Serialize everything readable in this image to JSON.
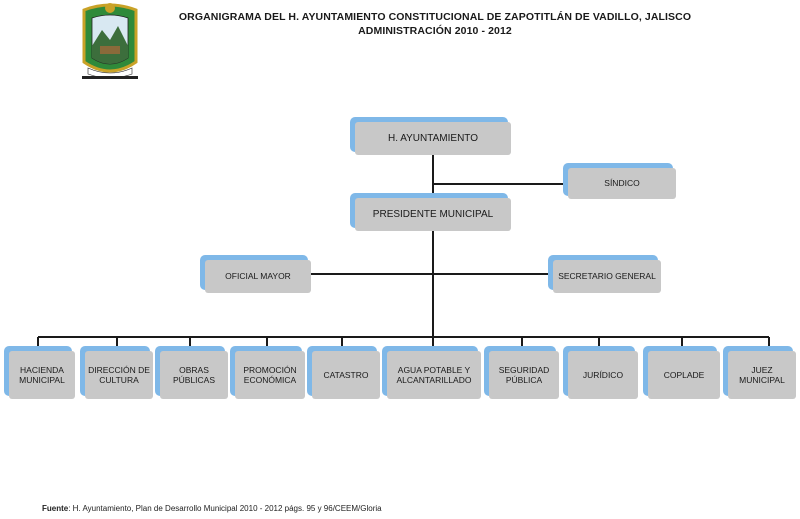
{
  "header": {
    "title_line1": "ORGANIGRAMA DEL H. AYUNTAMIENTO CONSTITUCIONAL DE ZAPOTITLÁN DE VADILLO, JALISCO",
    "title_line2": "ADMINISTRACIÓN 2010 - 2012"
  },
  "colors": {
    "frame": "#7fb8e8",
    "fill": "#c8c8c8",
    "line": "#1a1a1a"
  },
  "logo": {
    "icon": "municipal-coat-of-arms-icon"
  },
  "nodes": {
    "ayuntamiento": "H. AYUNTAMIENTO",
    "sindico": "SÍNDICO",
    "presidente": "PRESIDENTE MUNICIPAL",
    "oficial_mayor": "OFICIAL MAYOR",
    "secretario": "SECRETARIO GENERAL"
  },
  "departments": [
    "HACIENDA MUNICIPAL",
    "DIRECCIÓN DE CULTURA",
    "OBRAS PÚBLICAS",
    "PROMOCIÓN ECONÓMICA",
    "CATASTRO",
    "AGUA POTABLE Y ALCANTARILLADO",
    "SEGURIDAD PÚBLICA",
    "JURÍDICO",
    "COPLADE",
    "JUEZ MUNICIPAL"
  ],
  "footer": {
    "label": "Fuente",
    "text": ": H. Ayuntamiento, Plan de Desarrollo Municipal 2010 - 2012 págs. 95 y 96/CEEM/Gloria"
  }
}
